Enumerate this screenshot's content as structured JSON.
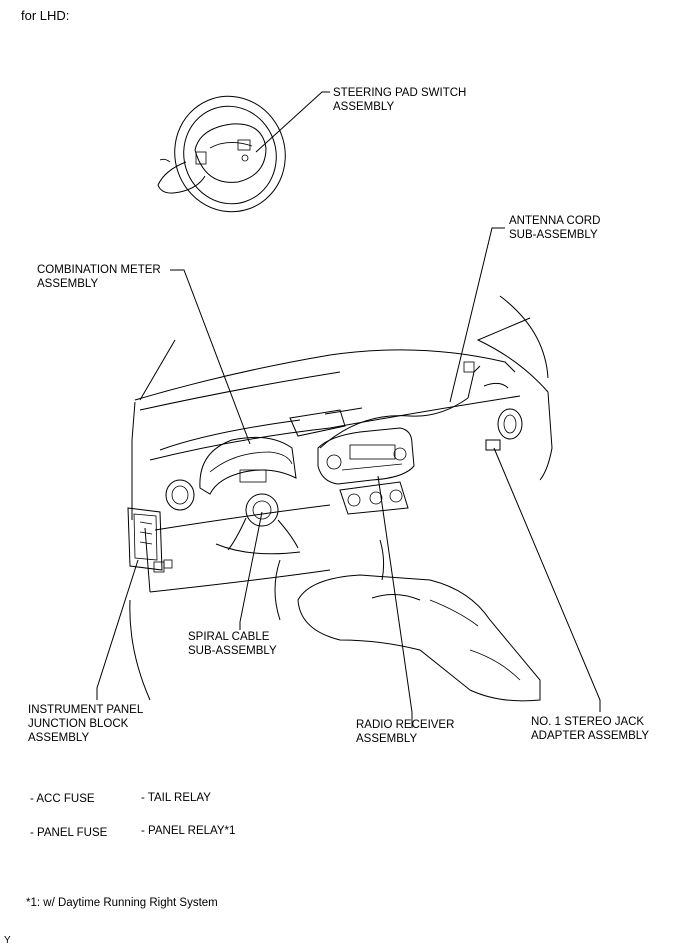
{
  "header": {
    "title": "for LHD:"
  },
  "components": {
    "steering_pad": [
      "STEERING PAD SWITCH",
      "ASSEMBLY"
    ],
    "antenna_cord": [
      "ANTENNA CORD",
      "SUB-ASSEMBLY"
    ],
    "combination_meter": [
      "COMBINATION METER",
      "ASSEMBLY"
    ],
    "spiral_cable": [
      "SPIRAL CABLE",
      "SUB-ASSEMBLY"
    ],
    "junction_block": [
      "INSTRUMENT PANEL",
      "JUNCTION BLOCK",
      "ASSEMBLY"
    ],
    "radio_receiver": [
      "RADIO RECEIVER",
      "ASSEMBLY"
    ],
    "stereo_jack": [
      "NO. 1 STEREO JACK",
      "ADAPTER ASSEMBLY"
    ]
  },
  "fuses": {
    "acc_fuse": "- ACC FUSE",
    "tail_relay": "- TAIL RELAY",
    "panel_fuse": "- PANEL FUSE",
    "panel_relay": "- PANEL RELAY*1"
  },
  "footnote": "*1: w/ Daytime Running Right System",
  "corner_mark": "Y"
}
